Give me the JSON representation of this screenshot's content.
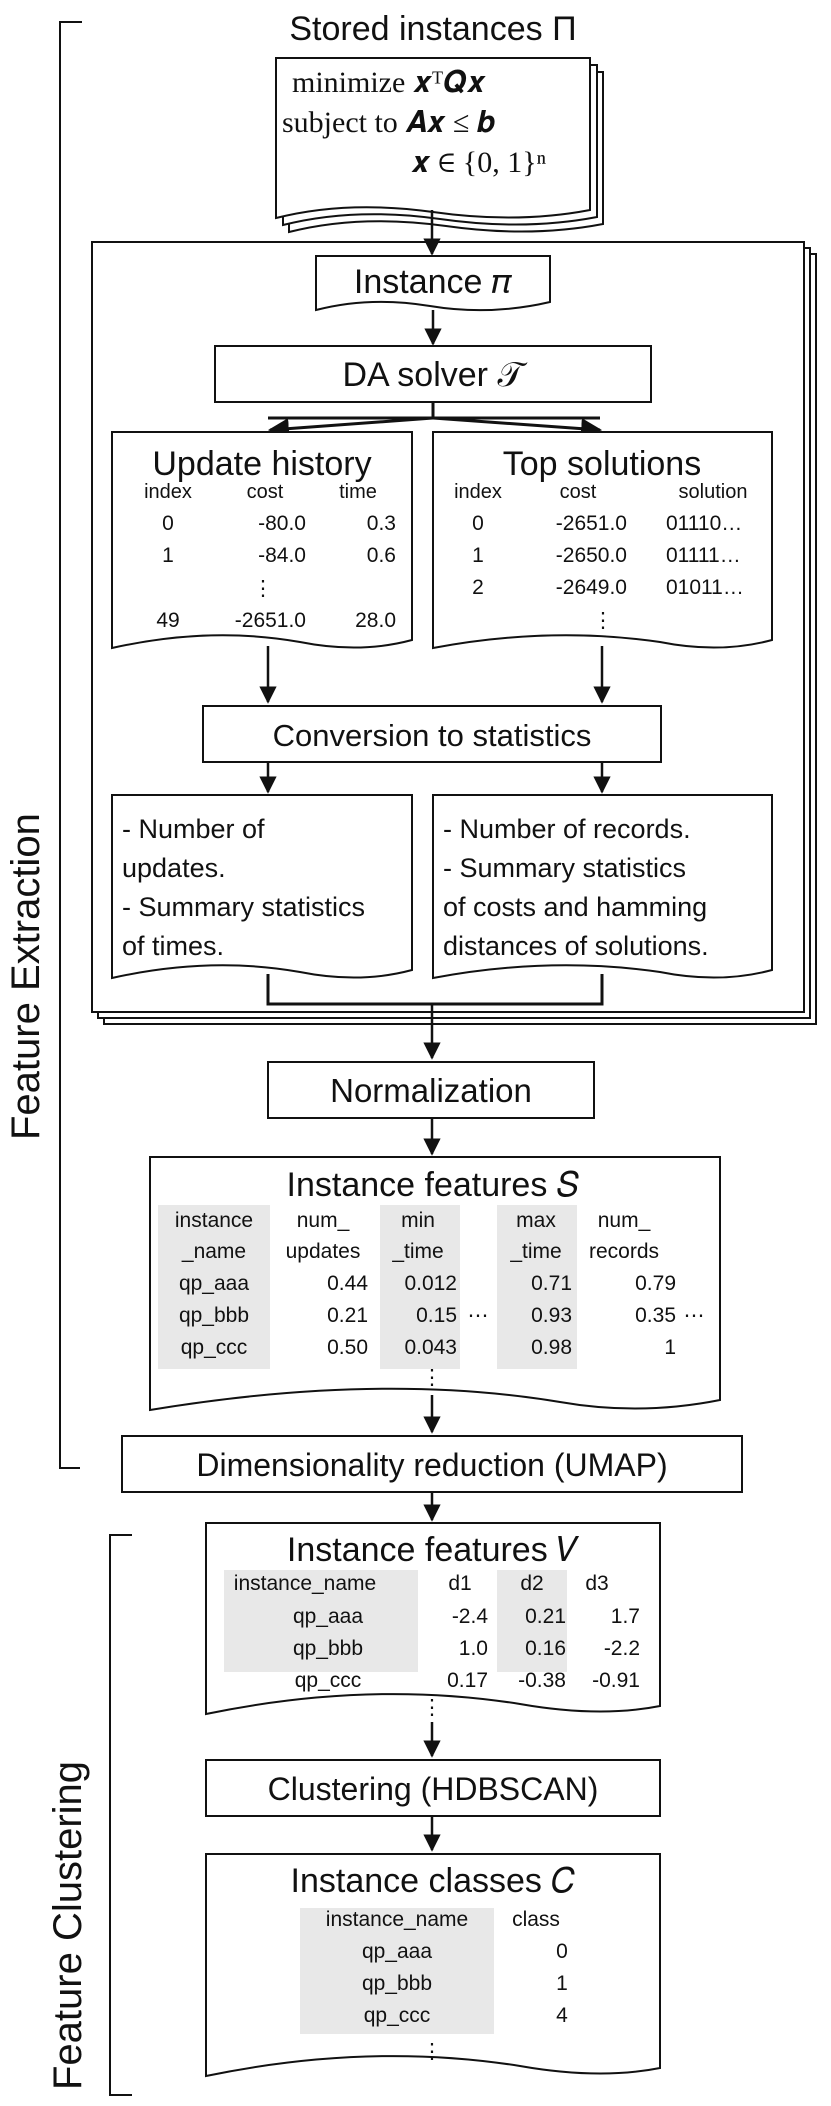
{
  "side_labels": {
    "extraction": "Feature Extraction",
    "clustering": "Feature Clustering"
  },
  "stored": {
    "title": "Stored instances Π",
    "line1": "minimize 𝒙ᵀ𝑸𝒙",
    "line2": "subject to 𝑨𝒙 ≤ 𝒃",
    "line3": "𝒙 ∈ {0, 1}ⁿ"
  },
  "instance_pi": "Instance 𝜋",
  "da_solver": "DA solver 𝒯",
  "update_history": {
    "title": "Update history",
    "headers": [
      "index",
      "cost",
      "time"
    ],
    "rows": [
      [
        "0",
        "-80.0",
        "0.3"
      ],
      [
        "1",
        "-84.0",
        "0.6"
      ],
      [
        "⋮",
        "",
        ""
      ],
      [
        "49",
        "-2651.0",
        "28.0"
      ]
    ]
  },
  "top_solutions": {
    "title": "Top solutions",
    "headers": [
      "index",
      "cost",
      "solution"
    ],
    "rows": [
      [
        "0",
        "-2651.0",
        "01110…"
      ],
      [
        "1",
        "-2650.0",
        "01111…"
      ],
      [
        "2",
        "-2649.0",
        "01011…"
      ],
      [
        "",
        "⋮",
        ""
      ]
    ]
  },
  "conversion": "Conversion to statistics",
  "stats_left": [
    "- Number of",
    "updates.",
    "- Summary statistics",
    "of times."
  ],
  "stats_right": [
    "- Number of records.",
    "- Summary statistics",
    "of costs and hamming",
    "distances of solutions."
  ],
  "normalization": "Normalization",
  "features_s": {
    "title": "Instance features 𝑆",
    "headers": [
      [
        "instance",
        "_name"
      ],
      [
        "num_",
        "updates"
      ],
      [
        "min",
        "_time"
      ],
      [
        "max",
        "_time"
      ],
      [
        "num_",
        "records"
      ]
    ],
    "rows": [
      [
        "qp_aaa",
        "0.44",
        "0.012",
        "0.71",
        "0.79"
      ],
      [
        "qp_bbb",
        "0.21",
        "0.15",
        "0.93",
        "0.35"
      ],
      [
        "qp_ccc",
        "0.50",
        "0.043",
        "0.98",
        "1"
      ]
    ],
    "hdots": "⋯",
    "vdots": "⋮"
  },
  "dimred": "Dimensionality reduction (UMAP)",
  "features_v": {
    "title": "Instance features 𝑉",
    "headers": [
      "instance_name",
      "d1",
      "d2",
      "d3"
    ],
    "rows": [
      [
        "qp_aaa",
        "-2.4",
        "0.21",
        "1.7"
      ],
      [
        "qp_bbb",
        "1.0",
        "0.16",
        "-2.2"
      ],
      [
        "qp_ccc",
        "0.17",
        "-0.38",
        "-0.91"
      ]
    ],
    "vdots": "⋮"
  },
  "clustering": "Clustering (HDBSCAN)",
  "classes_c": {
    "title": "Instance classes 𝐶",
    "headers": [
      "instance_name",
      "class"
    ],
    "rows": [
      [
        "qp_aaa",
        "0"
      ],
      [
        "qp_bbb",
        "1"
      ],
      [
        "qp_ccc",
        "4"
      ]
    ],
    "vdots": "⋮"
  },
  "colors": {
    "stroke": "#111111",
    "cell_shade": "#e8e8e8",
    "background": "#ffffff"
  }
}
